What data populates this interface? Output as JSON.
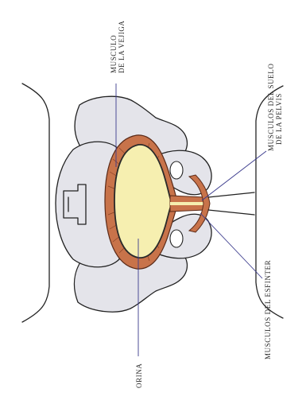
{
  "labels": {
    "bladder_muscle_line1": "MUSCULO",
    "bladder_muscle_line2": "DE LA VEJIGA",
    "pelvic_floor_line1": "MUSCULOS DEL SUELO",
    "pelvic_floor_line2": "DE LA PELVIS",
    "sphincter": "MUSCULOS DEL ESFINTER",
    "urine": "ORINA"
  },
  "colors": {
    "muscle": "#c8734a",
    "muscle_dark": "#8a4326",
    "urine": "#f6efb0",
    "bone": "#e4e4ea",
    "leader_line": "#3a3a8c"
  }
}
